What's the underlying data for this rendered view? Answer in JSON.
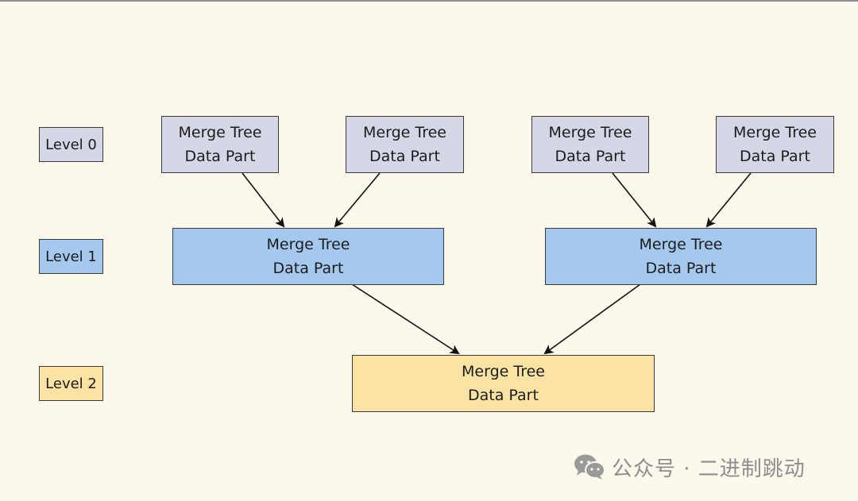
{
  "levels": [
    {
      "label": "Level 0"
    },
    {
      "label": "Level 1"
    },
    {
      "label": "Level 2"
    }
  ],
  "nodes": {
    "l0_a": {
      "line1": "Merge Tree",
      "line2": "Data Part"
    },
    "l0_b": {
      "line1": "Merge Tree",
      "line2": "Data Part"
    },
    "l0_c": {
      "line1": "Merge Tree",
      "line2": "Data Part"
    },
    "l0_d": {
      "line1": "Merge Tree",
      "line2": "Data Part"
    },
    "l1_a": {
      "line1": "Merge Tree",
      "line2": "Data Part"
    },
    "l1_b": {
      "line1": "Merge Tree",
      "line2": "Data Part"
    },
    "l2_a": {
      "line1": "Merge Tree",
      "line2": "Data Part"
    }
  },
  "edges": [
    {
      "from": "l0_a",
      "to": "l1_a"
    },
    {
      "from": "l0_b",
      "to": "l1_a"
    },
    {
      "from": "l0_c",
      "to": "l1_b"
    },
    {
      "from": "l0_d",
      "to": "l1_b"
    },
    {
      "from": "l1_a",
      "to": "l2_a"
    },
    {
      "from": "l1_b",
      "to": "l2_a"
    }
  ],
  "colors": {
    "level0": "#d5d6e6",
    "level1": "#a5c8ee",
    "level2": "#fbe3a3",
    "background": "#fcf8ec",
    "stroke": "#111111"
  },
  "watermark": {
    "icon": "wechat-icon",
    "text": "公众号 · 二进制跳动"
  }
}
